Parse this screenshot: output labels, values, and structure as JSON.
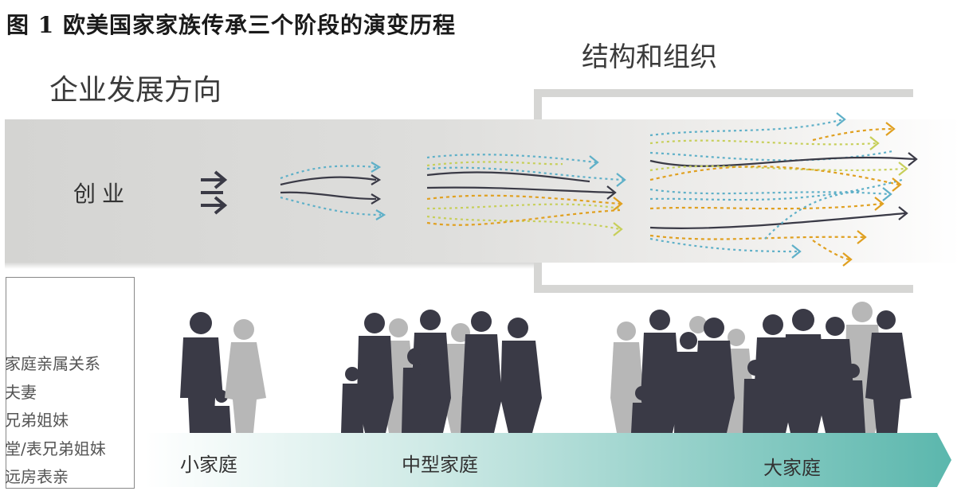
{
  "title": "图 1 欧美国家家族传承三个阶段的演变历程",
  "labels": {
    "development": "企业发展方向",
    "structure": "结构和组织",
    "startup": "创业"
  },
  "legend": {
    "items": [
      "家庭亲属关系",
      "夫妻",
      "兄弟姐妹",
      "堂/表兄弟姐妹",
      "远房表亲"
    ]
  },
  "stages": [
    "小家庭",
    "中型家庭",
    "大家庭"
  ],
  "colors": {
    "dark": "#3a3a46",
    "blue": "#5fb0c8",
    "lime": "#c7cf5a",
    "orange": "#e0a020",
    "teal": "#5bb7ad",
    "band": "#d7d7d5"
  }
}
